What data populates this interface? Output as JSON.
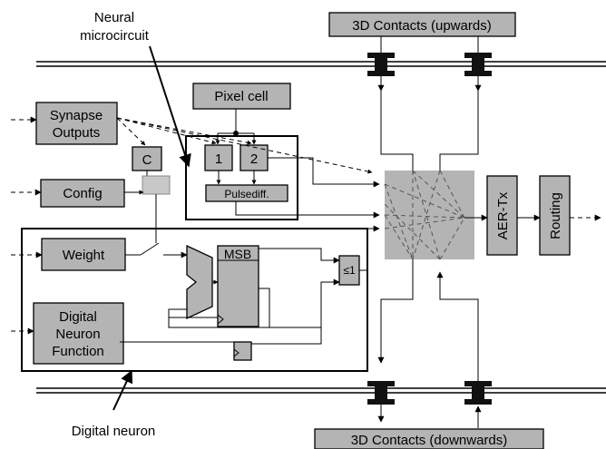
{
  "labels": {
    "contacts_up": "3D Contacts (upwards)",
    "contacts_down": "3D Contacts (downwards)",
    "neural_microcircuit_line1": "Neural",
    "neural_microcircuit_line2": "microcircuit",
    "pixel_cell": "Pixel cell",
    "synapse_line1": "Synapse",
    "synapse_line2": "Outputs",
    "c_block": "C",
    "config": "Config",
    "cell_1": "1",
    "cell_2": "2",
    "pulsediff": "Pulsediff.",
    "weight": "Weight",
    "msb": "MSB",
    "or_gate": "≤1",
    "dnf_line1": "Digital",
    "dnf_line2": "Neuron",
    "dnf_line3": "Function",
    "aer_tx": "AER-Tx",
    "routing": "Routing",
    "digital_neuron": "Digital neuron"
  }
}
